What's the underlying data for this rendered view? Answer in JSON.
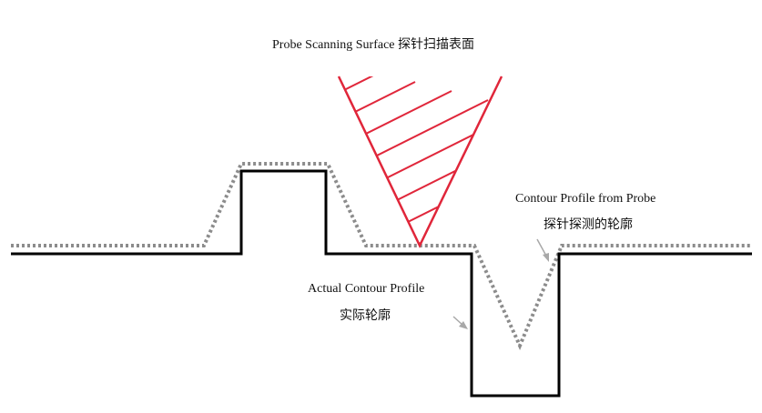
{
  "labels": {
    "probe_en": "Probe Scanning Surface",
    "probe_cn": "探针扫描表面",
    "probe_contour_en": "Contour Profile from Probe",
    "probe_contour_cn": "探针探测的轮廓",
    "actual_en": "Actual Contour Profile",
    "actual_cn": "实际轮廓"
  },
  "colors": {
    "actual_profile": "#000000",
    "probe_profile": "#8c8c8c",
    "probe_tip": "#e0263a",
    "arrow": "#a8a8a8",
    "text": "#111111"
  }
}
